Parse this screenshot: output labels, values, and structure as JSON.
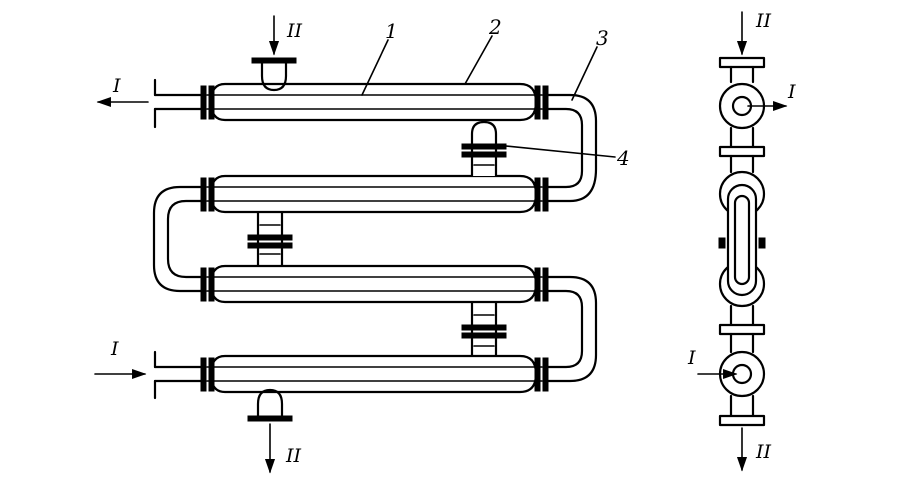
{
  "labels": {
    "stream_one": "I",
    "stream_two": "II",
    "part_inner_tube": "1",
    "part_outer_tube": "2",
    "part_return_bend": "3",
    "part_connecting_pipe": "4"
  }
}
